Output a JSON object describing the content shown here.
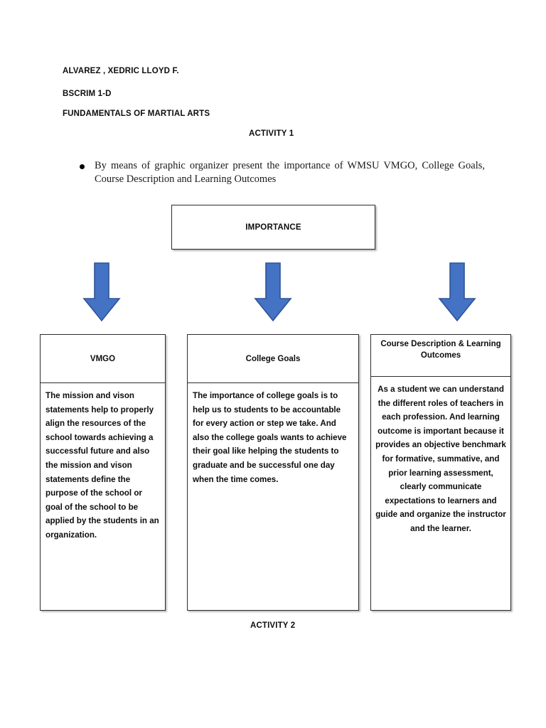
{
  "header": {
    "student_name": "ALVAREZ , XEDRIC LLOYD F.",
    "course": "BSCRIM 1-D",
    "subject": "FUNDAMENTALS OF MARTIAL ARTS",
    "activity_1": "ACTIVITY 1",
    "activity_2": "ACTIVITY 2"
  },
  "instruction": {
    "text": "By means of graphic organizer present the importance of WMSU VMGO, College Goals, Course Description and Learning Outcomes"
  },
  "diagram": {
    "root": {
      "title": "IMPORTANCE"
    },
    "arrow_color_fill": "#4472C4",
    "arrow_color_stroke": "#2E5496",
    "columns": [
      {
        "heading": "VMGO",
        "body": "The mission and vison statements help to properly align  the resources  of the school  towards achieving a successful future and also the mission and vison statements  define the purpose  of the school or goal of the school to be applied by the students in an organization."
      },
      {
        "heading": "College Goals",
        "body": "The importance of college goals is to help us to students to be accountable for every action or step we take. And also the college goals wants to achieve their goal like helping the students to graduate and be successful one day when the time comes."
      },
      {
        "heading": "Course Description & Learning Outcomes",
        "body": "As a student we can understand the different roles of teachers in each profession. And learning outcome is important because it provides an objective benchmark for formative, summative, and prior learning assessment, clearly communicate expectations to learners and guide and organize the instructor and the learner."
      }
    ]
  }
}
